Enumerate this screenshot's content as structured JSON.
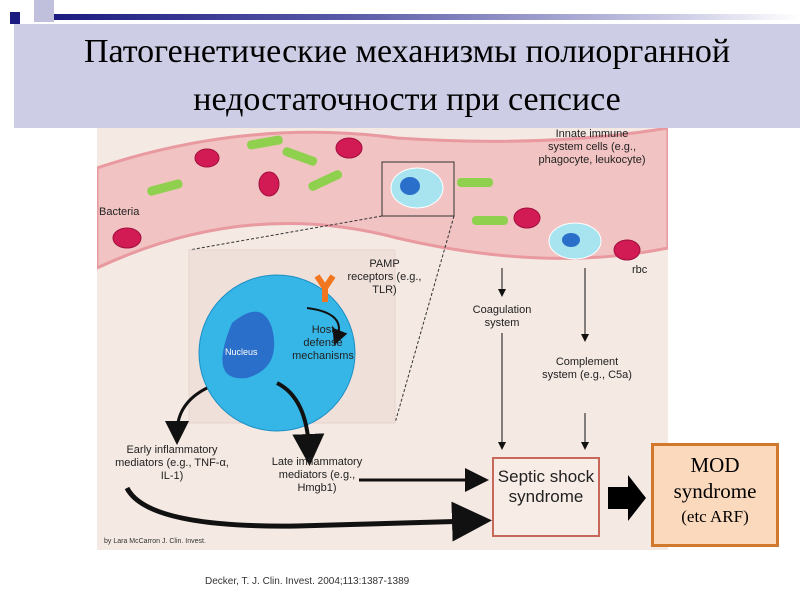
{
  "slide": {
    "title": "Патогенетические механизмы полиорганной недостаточности при сепсисе"
  },
  "figure": {
    "labels": {
      "bacteria": "Bacteria",
      "innate": "Innate immune system cells (e.g., phagocyte, leukocyte)",
      "rbc": "rbc",
      "pamp": "PAMP receptors (e.g., TLR)",
      "host": "Host defense mechanisms",
      "nucleus": "Nucleus",
      "coagulation": "Coagulation system",
      "complement": "Complement system (e.g., C5a)",
      "early": "Early inflammatory mediators (e.g., TNF-α, IL-1)",
      "late": "Late imflammatory mediators (e.g., Hmgb1)",
      "septic": "Septic shock syndrome",
      "credit": "by Lara McCarron J. Clin. Invest."
    }
  },
  "mod_box": {
    "line1": "MOD",
    "line2": "syndrome",
    "line3": "(etc ARF)"
  },
  "reference": "Decker, T. J. Clin. Invest. 2004;113:1387-1389"
}
